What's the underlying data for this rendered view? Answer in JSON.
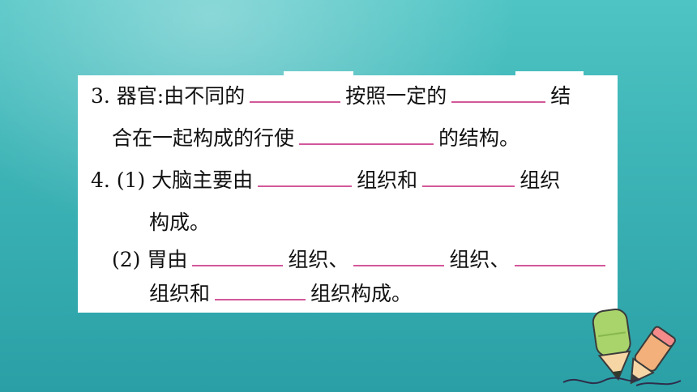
{
  "lines": [
    {
      "t1": "3. 器官:由不同的",
      "t2": "按照一定的",
      "t3": "结"
    },
    {
      "t1": "合在一起构成的行使",
      "t2": "的结构。"
    },
    {
      "t1": "4. (1) 大脑主要由",
      "t2": "组织和",
      "t3": "组织"
    },
    {
      "t1": "构成。"
    },
    {
      "t1": "(2) 胃由",
      "t2": "组织、",
      "t3": "组织、"
    },
    {
      "t1": "组织和",
      "t2": "组织构成。"
    }
  ],
  "colors": {
    "blank_underline": "#d3589a",
    "background": "#3fb6b8"
  },
  "decoration": {
    "icon": "pencils-icon"
  }
}
